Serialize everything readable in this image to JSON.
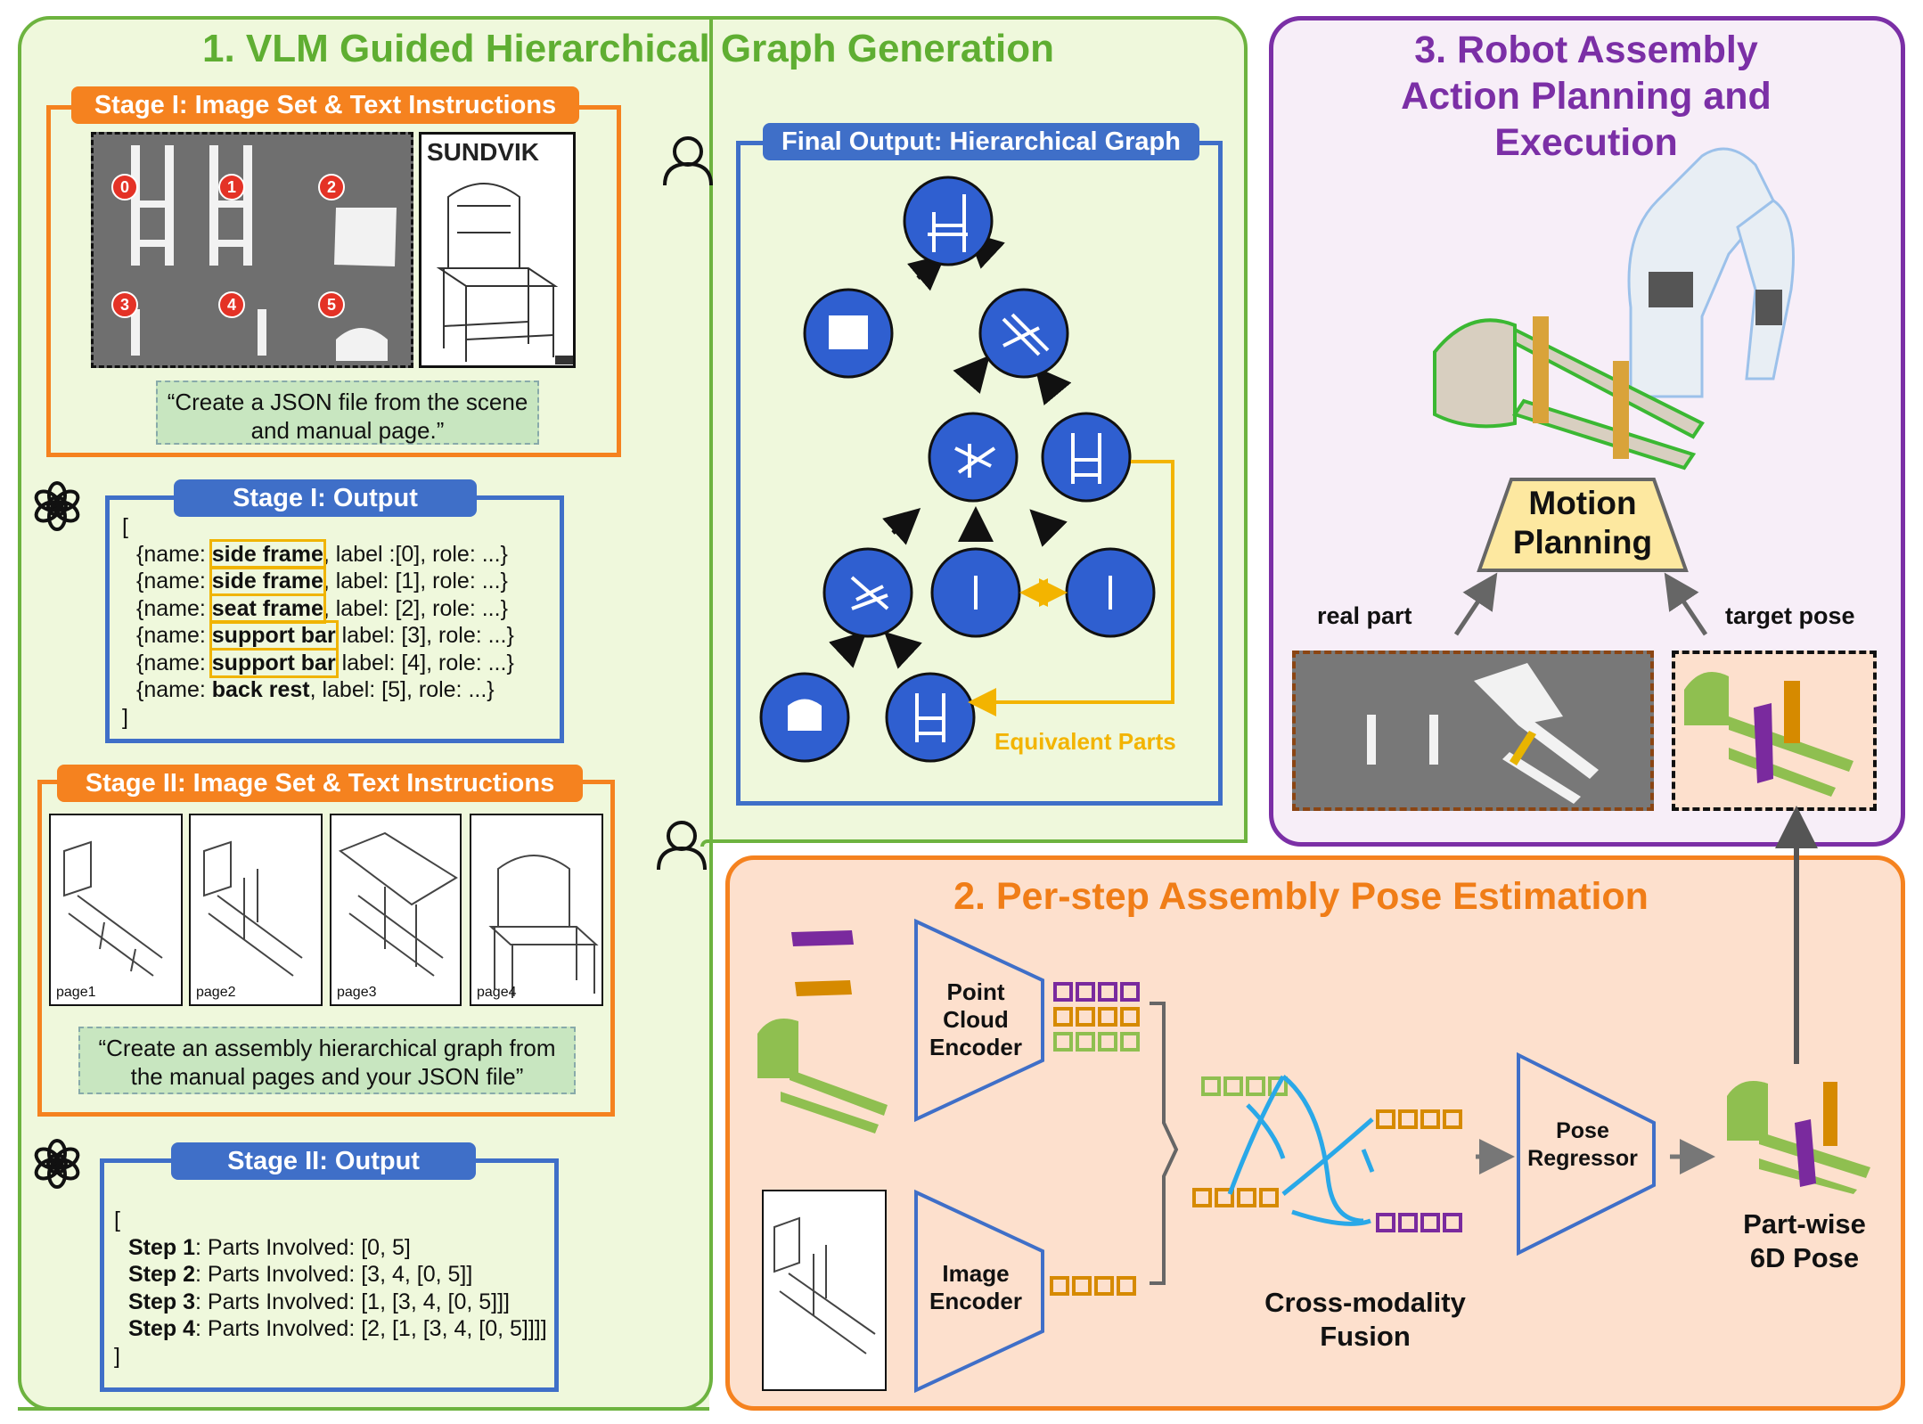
{
  "section1": {
    "title": "1. VLM Guided Hierarchical Graph Generation",
    "stage1_input_title": "Stage I: Image Set & Text Instructions",
    "part_labels": [
      "0",
      "1",
      "2",
      "3",
      "4",
      "5"
    ],
    "manual_brand": "SUNDVIK",
    "stage1_prompt": "“Create a JSON file from the scene and manual page.”",
    "stage1_output_title": "Stage I: Output",
    "stage1_output": {
      "open": "[",
      "close": "]",
      "rows": [
        {
          "pre": "{name: ",
          "name": "side frame",
          "post": ", label :[0], role: ...}"
        },
        {
          "pre": "{name: ",
          "name": "side frame",
          "post": ", label: [1], role: ...}"
        },
        {
          "pre": "{name: ",
          "name": "seat frame",
          "post": ", label: [2], role: ...}"
        },
        {
          "pre": "{name: ",
          "name": "support bar",
          "post": " label: [3], role: ...}"
        },
        {
          "pre": "{name: ",
          "name": "support bar",
          "post": " label: [4], role: ...}"
        },
        {
          "pre": "{name: ",
          "name": "back rest",
          "post": ", label: [5], role: ...}"
        }
      ]
    },
    "stage2_input_title": "Stage II: Image Set & Text Instructions",
    "manual_pages": [
      "page1",
      "page2",
      "page3",
      "page4"
    ],
    "stage2_prompt": "“Create an assembly hierarchical graph from the manual pages and your JSON file”",
    "stage2_output_title": "Stage II: Output",
    "stage2_output": {
      "open": "[",
      "close": "]",
      "rows": [
        {
          "step": "Step 1",
          "text": ": Parts Involved: ",
          "parts": "[0, 5]"
        },
        {
          "step": "Step 2",
          "text": ": Parts Involved: ",
          "parts": "[3, 4, [0, 5]]"
        },
        {
          "step": "Step 3",
          "text": ": Parts Involved: ",
          "parts": "[1, [3, 4, [0, 5]]]"
        },
        {
          "step": "Step 4",
          "text": ": Parts Involved: ",
          "parts": "[2, [1, [3, 4, [0, 5]]]]"
        }
      ]
    },
    "graph_title": "Final Output: Hierarchical Graph",
    "equivalent_label": "Equivalent Parts"
  },
  "section2": {
    "title": "2. Per-step Assembly Pose Estimation",
    "point_cloud_encoder": "Point Cloud Encoder",
    "image_encoder": "Image Encoder",
    "fusion_label": "Cross-modality Fusion",
    "pose_regressor": "Pose Regressor",
    "output_label": "Part-wise 6D Pose"
  },
  "section3": {
    "title": "3. Robot Assembly Action Planning and Execution",
    "motion_planning": "Motion Planning",
    "real_part": "real part",
    "target_pose": "target pose"
  },
  "colors": {
    "green_border": "#6db33f",
    "green_bg": "#eff8dc",
    "orange": "#f5821f",
    "blue": "#3f6fc8",
    "node_blue": "#2f5fd0",
    "purple": "#7b2fa6",
    "section2_bg": "#fde0cd",
    "section3_bg": "#f7eef8",
    "section2_title": "#f07d17",
    "section1_title": "#5fae32",
    "equivalent": "#f3b400",
    "tok_purple": "#7a2a9e",
    "tok_orange": "#d68a00",
    "tok_green": "#8fbf50",
    "motion_fill": "#fde8a0"
  }
}
